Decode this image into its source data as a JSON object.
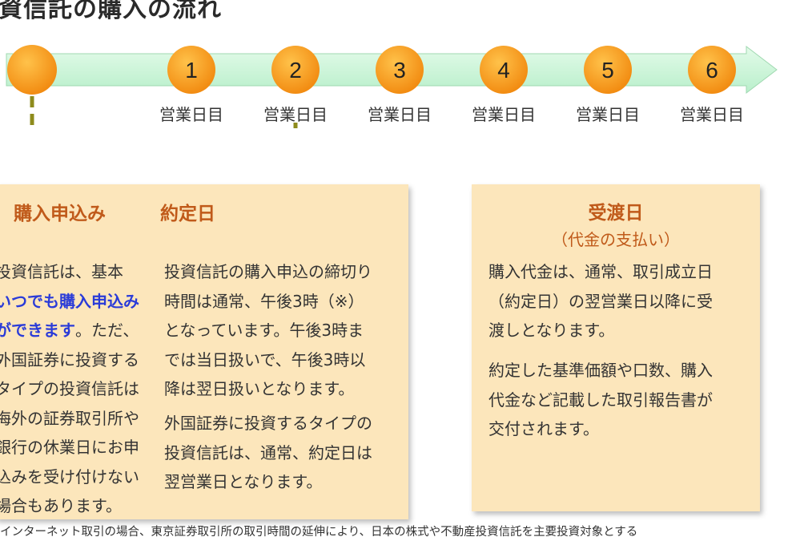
{
  "title": "資信託の購入の流れ",
  "timeline": {
    "markers": [
      {
        "number": "1",
        "label": "営業日目"
      },
      {
        "number": "2",
        "label": "営業日目"
      },
      {
        "number": "3",
        "label": "営業日目"
      },
      {
        "number": "4",
        "label": "営業日目"
      },
      {
        "number": "5",
        "label": "営業日目"
      },
      {
        "number": "6",
        "label": "営業日目"
      }
    ],
    "colors": {
      "bar": "#c7f5d7",
      "circle": "#f7a12a",
      "dashed_arrow": "#8e8b1c"
    }
  },
  "purchase_box": {
    "heading": "購入申込み",
    "lines": [
      {
        "segments": [
          {
            "text": "投資信託は、基本",
            "highlight": false
          }
        ]
      },
      {
        "segments": [
          {
            "text": "いつでも購入申込み",
            "highlight": true
          }
        ]
      },
      {
        "segments": [
          {
            "text": "ができます",
            "highlight": true
          },
          {
            "text": "。ただ、",
            "highlight": false
          }
        ]
      },
      {
        "segments": [
          {
            "text": "外国証券に投資する",
            "highlight": false
          }
        ]
      },
      {
        "segments": [
          {
            "text": "タイプの投資信託は",
            "highlight": false
          }
        ]
      },
      {
        "segments": [
          {
            "text": "海外の証券取引所や",
            "highlight": false
          }
        ]
      },
      {
        "segments": [
          {
            "text": "銀行の休業日にお申",
            "highlight": false
          }
        ]
      },
      {
        "segments": [
          {
            "text": "込みを受け付けない",
            "highlight": false
          }
        ]
      },
      {
        "segments": [
          {
            "text": "場合もあります。",
            "highlight": false
          }
        ]
      }
    ]
  },
  "contract_box": {
    "heading": "約定日",
    "para1_lines": [
      "投資信託の購入申込の締切り",
      "時間は通常、午後3時（※）",
      "となっています。午後3時ま",
      "では当日扱いで、午後3時以",
      "降は翌日扱いとなります。"
    ],
    "para2_lines": [
      "外国証券に投資するタイプの",
      "投資信託は、通常、約定日は",
      "翌営業日となります。"
    ]
  },
  "settlement_box": {
    "heading": "受渡日",
    "subheading": "（代金の支払い）",
    "para1_lines": [
      "購入代金は、通常、取引成立日",
      "（約定日）の翌営業日以降に受",
      "渡しとなります。"
    ],
    "para2_lines": [
      "約定した基準価額や口数、購入",
      "代金など記載した取引報告書が",
      "交付されます。"
    ]
  },
  "footnote": "インターネット取引の場合、東京証券取引所の取引時間の延伸により、日本の株式や不動産投資信託を主要投資対象とする"
}
